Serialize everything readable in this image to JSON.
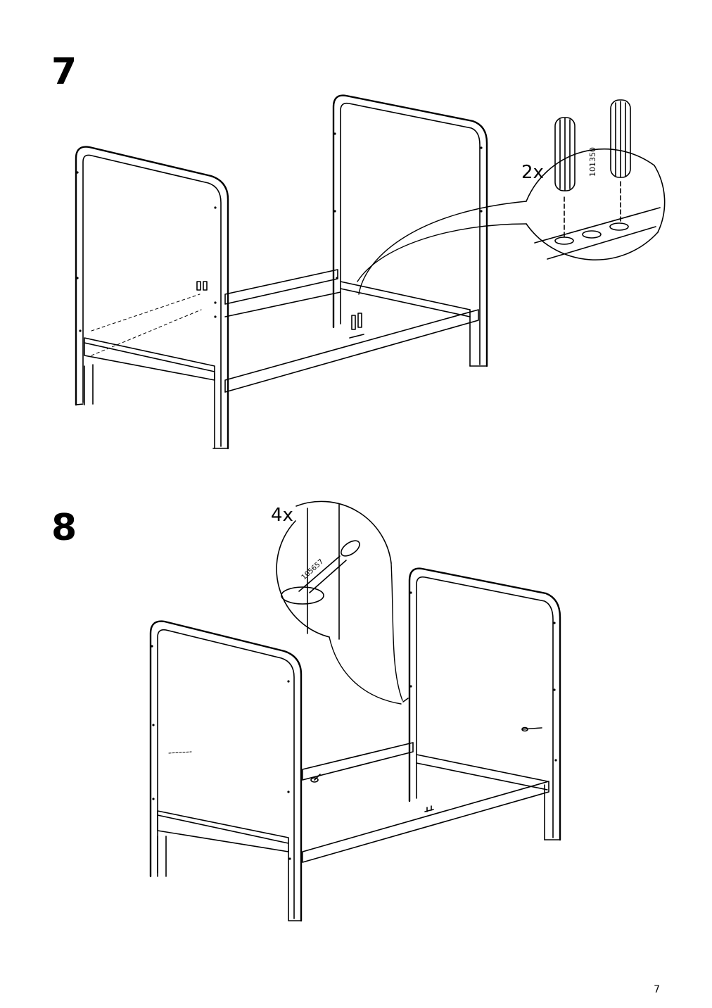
{
  "page_number": "7",
  "steps": [
    {
      "number": "7",
      "callout": {
        "quantity": "2x",
        "part_number": "101350"
      }
    },
    {
      "number": "8",
      "callout": {
        "quantity": "4x",
        "part_number": "105657"
      }
    }
  ]
}
